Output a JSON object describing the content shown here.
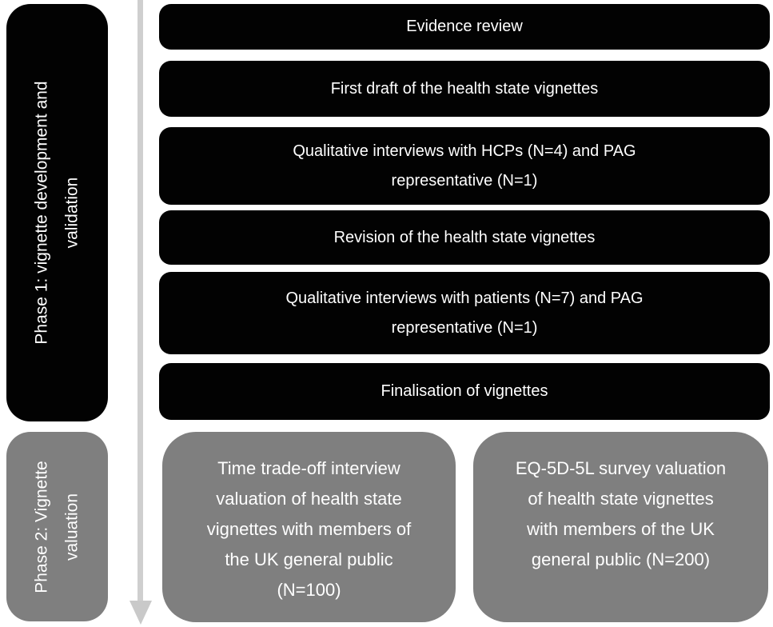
{
  "figure": {
    "phases": [
      {
        "text": "Phase 1: vignette development and\nvalidation"
      },
      {
        "text": "Phase 2: Vignette\nvaluation"
      }
    ],
    "process_steps": [
      {
        "text": "Evidence review"
      },
      {
        "text": "First draft of the health state vignettes"
      },
      {
        "text": "Qualitative interviews with HCPs (N=4) and PAG\nrepresentative (N=1)"
      },
      {
        "text": "Revision of the health state vignettes"
      },
      {
        "text": "Qualitative interviews with patients (N=7) and PAG\nrepresentative (N=1)"
      },
      {
        "text": "Finalisation of vignettes"
      }
    ],
    "valuation_steps": [
      {
        "text": "Time trade-off interview\nvaluation of health state\nvignettes with members of\nthe UK general public\n(N=100)"
      },
      {
        "text": "EQ-5D-5L survey valuation\nof health state vignettes\nwith members of the UK\ngeneral public (N=200)"
      }
    ],
    "colors": {
      "phase1_fill": "#000000",
      "phase2_fill": "#7f7f7f",
      "step_fill": "#000000",
      "valuation_fill": "#7f7f7f",
      "arrow": "#cfcfcf",
      "text": "#ffffff",
      "background": "#ffffff"
    }
  }
}
